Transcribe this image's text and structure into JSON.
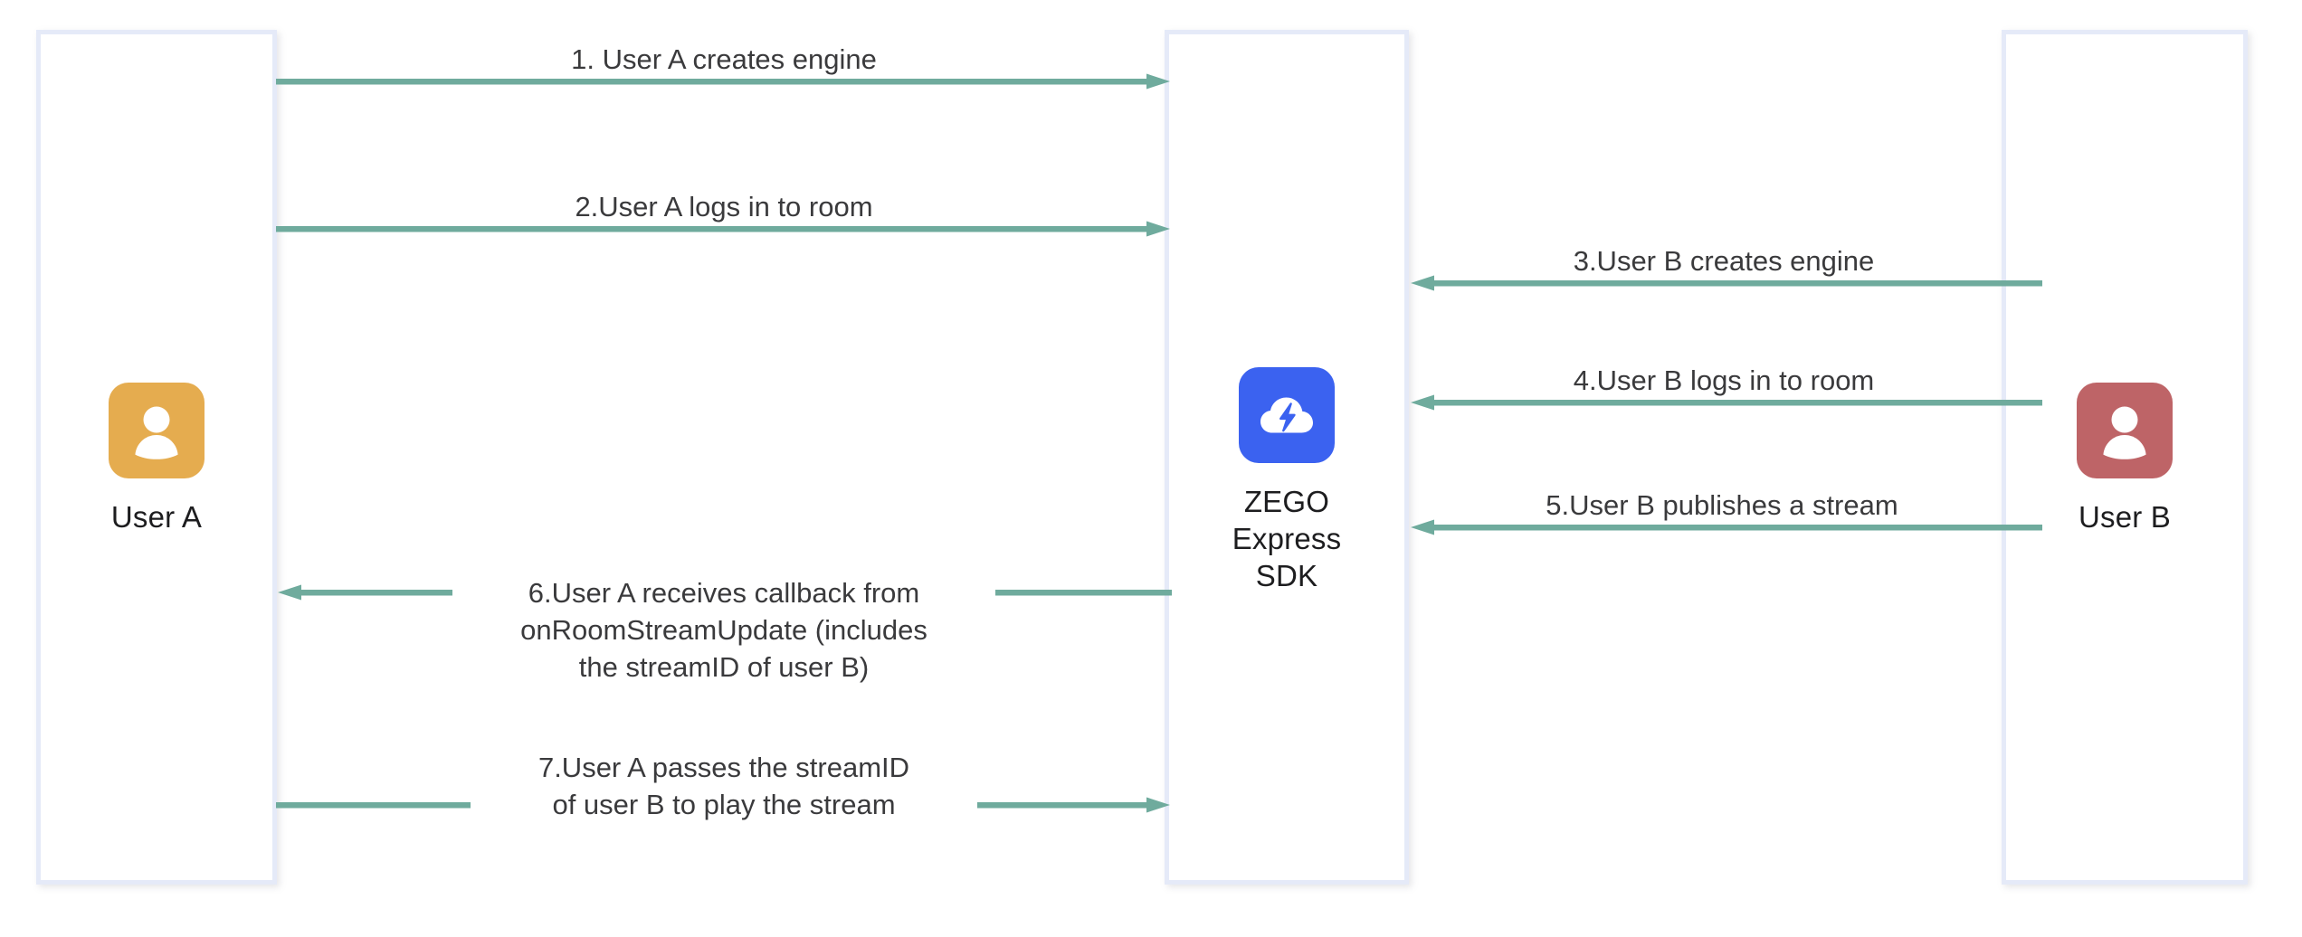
{
  "diagram": {
    "title": "ZEGO Express SDK stream publish and play sequence",
    "background_color": "#ffffff",
    "arrow_color": "#6fab9d",
    "lane_border_color": "#e5eaf8"
  },
  "lanes": [
    {
      "id": "user-a",
      "caption": "User A",
      "avatar_icon": "user-avatar-icon",
      "avatar_color": "#e5ac4f"
    },
    {
      "id": "zego-express-sdk",
      "caption": "ZEGO\nExpress\nSDK",
      "avatar_icon": "zego-cloud-bolt-icon",
      "avatar_color": "#3b62f0"
    },
    {
      "id": "user-b",
      "caption": "User B",
      "avatar_icon": "user-avatar-icon",
      "avatar_color": "#be6467"
    }
  ],
  "messages": [
    {
      "step": "1",
      "label": "1. User A creates engine",
      "from": "user-a",
      "to": "zego-express-sdk",
      "direction": "right"
    },
    {
      "step": "2",
      "label": "2.User A logs in to room",
      "from": "user-a",
      "to": "zego-express-sdk",
      "direction": "right"
    },
    {
      "step": "3",
      "label": "3.User B creates engine",
      "from": "user-b",
      "to": "zego-express-sdk",
      "direction": "left"
    },
    {
      "step": "4",
      "label": "4.User B logs in to room",
      "from": "user-b",
      "to": "zego-express-sdk",
      "direction": "left"
    },
    {
      "step": "5",
      "label": "5.User B publishes a stream",
      "from": "user-b",
      "to": "zego-express-sdk",
      "direction": "left"
    },
    {
      "step": "6",
      "label": "6.User A receives callback from\nonRoomStreamUpdate (includes\nthe streamID of user B)",
      "from": "zego-express-sdk",
      "to": "user-a",
      "direction": "left"
    },
    {
      "step": "7",
      "label": "7.User A passes the streamID\nof user B to play the stream",
      "from": "user-a",
      "to": "zego-express-sdk",
      "direction": "right"
    }
  ]
}
